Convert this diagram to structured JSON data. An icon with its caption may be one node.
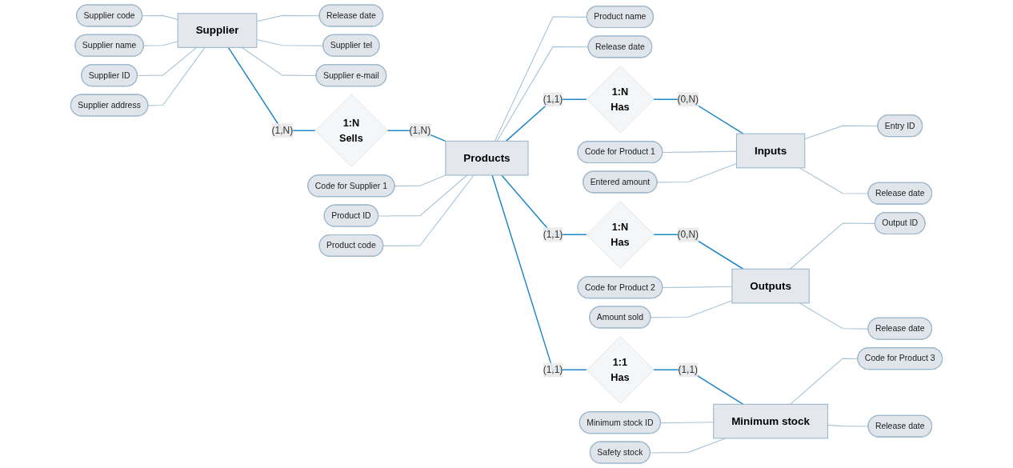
{
  "diagram": {
    "nodes": [
      {
        "text": [
          "Supplier"
        ]
      },
      {
        "text": [
          "Supplier code"
        ]
      },
      {
        "text": [
          "Supplier name"
        ]
      },
      {
        "text": [
          "Supplier ID"
        ]
      },
      {
        "text": [
          "Supplier address"
        ]
      },
      {
        "text": [
          "Release date"
        ]
      },
      {
        "text": [
          "Supplier tel"
        ]
      },
      {
        "text": [
          "Supplier e-mail"
        ]
      },
      {
        "text": [
          "1:N",
          "Sells"
        ]
      },
      {
        "text": [
          "Products"
        ]
      },
      {
        "text": [
          "Code for Supplier 1"
        ]
      },
      {
        "text": [
          "Product ID"
        ]
      },
      {
        "text": [
          "Product code"
        ]
      },
      {
        "text": [
          "Product name"
        ]
      },
      {
        "text": [
          "Release date"
        ]
      },
      {
        "text": [
          "1:N",
          "Has"
        ]
      },
      {
        "text": [
          "Inputs"
        ]
      },
      {
        "text": [
          "Code for Product 1"
        ]
      },
      {
        "text": [
          "Entered amount"
        ]
      },
      {
        "text": [
          "Entry ID"
        ]
      },
      {
        "text": [
          "Release date"
        ]
      },
      {
        "text": [
          "1:N",
          "Has"
        ]
      },
      {
        "text": [
          "Outputs"
        ]
      },
      {
        "text": [
          "Code for Product 2"
        ]
      },
      {
        "text": [
          "Amount sold"
        ]
      },
      {
        "text": [
          "Output ID"
        ]
      },
      {
        "text": [
          "Release date"
        ]
      },
      {
        "text": [
          "1:1",
          "Has"
        ]
      },
      {
        "text": [
          "Minimum stock"
        ]
      },
      {
        "text": [
          "Minimum stock ID"
        ]
      },
      {
        "text": [
          "Safety stock"
        ]
      },
      {
        "text": [
          "Code for Product 3"
        ]
      },
      {
        "text": [
          "Release date"
        ]
      }
    ],
    "edges": [
      {
        "from": 1,
        "to": 0,
        "arrow": "none"
      },
      {
        "from": 2,
        "to": 0,
        "arrow": "none"
      },
      {
        "from": 3,
        "to": 0,
        "arrow": "none"
      },
      {
        "from": 4,
        "to": 0,
        "arrow": "none"
      },
      {
        "from": 0,
        "to": 5,
        "arrow": "none"
      },
      {
        "from": 0,
        "to": 6,
        "arrow": "none"
      },
      {
        "from": 0,
        "to": 7,
        "arrow": "none"
      },
      {
        "from": 0,
        "to": 8,
        "arrow": "none",
        "label": "(1,N)",
        "color": "#1f88c9"
      },
      {
        "from": 8,
        "to": 9,
        "arrow": "none",
        "label": "(1,N)",
        "color": "#1f88c9"
      },
      {
        "from": 10,
        "to": 9,
        "arrow": "none"
      },
      {
        "from": 11,
        "to": 9,
        "arrow": "none"
      },
      {
        "from": 12,
        "to": 9,
        "arrow": "none"
      },
      {
        "from": 9,
        "to": 13,
        "arrow": "none"
      },
      {
        "from": 9,
        "to": 14,
        "arrow": "none"
      },
      {
        "from": 9,
        "to": 15,
        "arrow": "none",
        "label": "(1,1)",
        "color": "#1f88c9"
      },
      {
        "from": 15,
        "to": 16,
        "arrow": "none",
        "label": "(0,N)",
        "color": "#1f88c9"
      },
      {
        "from": 17,
        "to": 16,
        "arrow": "none"
      },
      {
        "from": 18,
        "to": 16,
        "arrow": "none"
      },
      {
        "from": 16,
        "to": 19,
        "arrow": "none"
      },
      {
        "from": 16,
        "to": 20,
        "arrow": "none"
      },
      {
        "from": 9,
        "to": 21,
        "arrow": "none",
        "label": "(1,1)",
        "color": "#1f88c9"
      },
      {
        "from": 21,
        "to": 22,
        "arrow": "none",
        "label": "(0,N)",
        "color": "#1f88c9"
      },
      {
        "from": 23,
        "to": 22,
        "arrow": "none"
      },
      {
        "from": 24,
        "to": 22,
        "arrow": "none"
      },
      {
        "from": 22,
        "to": 25,
        "arrow": "none"
      },
      {
        "from": 22,
        "to": 26,
        "arrow": "none"
      },
      {
        "from": 9,
        "to": 27,
        "arrow": "none",
        "label": "(1,1)",
        "color": "#1f88c9"
      },
      {
        "from": 27,
        "to": 28,
        "arrow": "none",
        "label": "(1,1)",
        "color": "#1f88c9"
      },
      {
        "from": 29,
        "to": 28,
        "arrow": "none"
      },
      {
        "from": 30,
        "to": 28,
        "arrow": "none"
      },
      {
        "from": 28,
        "to": 31,
        "arrow": "none"
      },
      {
        "from": 28,
        "to": 32,
        "arrow": "none"
      }
    ]
  }
}
